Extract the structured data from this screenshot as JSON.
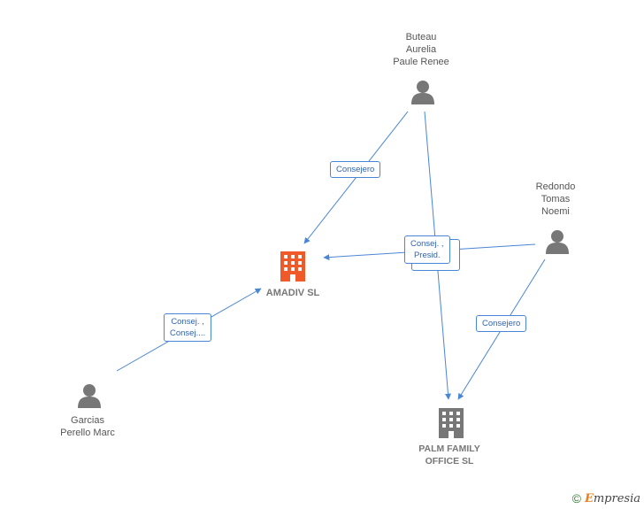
{
  "nodes": {
    "amadiv": {
      "lines": [
        "AMADIV  SL"
      ],
      "color": "#f05a28"
    },
    "palm": {
      "lines": [
        "PALM FAMILY",
        "OFFICE  SL"
      ],
      "color": "#777777"
    },
    "buteau": {
      "lines": [
        "Buteau",
        "Aurelia",
        "Paule Renee"
      ]
    },
    "redondo": {
      "lines": [
        "Redondo",
        "Tomas",
        "Noemi"
      ]
    },
    "garcias": {
      "lines": [
        "Garcias",
        "Perello Marc"
      ]
    }
  },
  "edges": {
    "buteau_amadiv": {
      "lines": [
        "Consejero"
      ]
    },
    "presid": {
      "lines": [
        "Consej. ,",
        "Presid."
      ]
    },
    "redondo_palm": {
      "lines": [
        "Consejero"
      ]
    },
    "garcias_amadiv": {
      "lines": [
        "Consej. ,",
        "Consej...."
      ]
    }
  },
  "colors": {
    "edge": "#4a86d6",
    "person": "#777777"
  },
  "footer": {
    "copyright": "©",
    "brand_initial": "E",
    "brand_rest": "mpresia"
  }
}
